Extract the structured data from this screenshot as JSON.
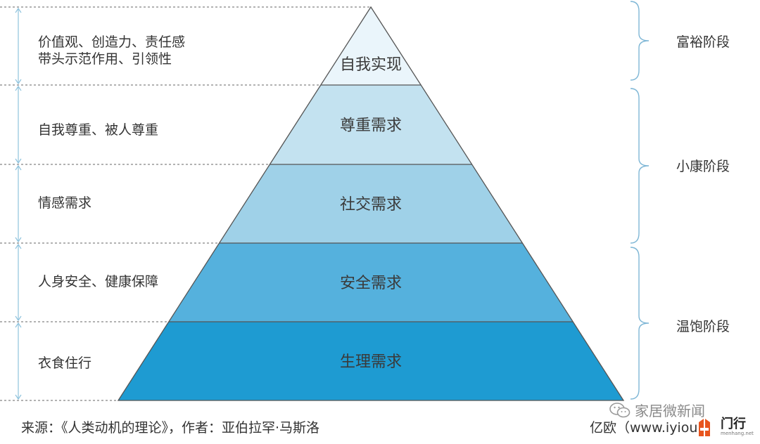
{
  "pyramid": {
    "levels": [
      {
        "label": "自我实现",
        "color": "#eaf5fb"
      },
      {
        "label": "尊重需求",
        "color": "#c3e2f0"
      },
      {
        "label": "社交需求",
        "color": "#9fd1e8"
      },
      {
        "label": "安全需求",
        "color": "#55b1dd"
      },
      {
        "label": "生理需求",
        "color": "#1e9bd2"
      }
    ]
  },
  "left_descriptions": [
    {
      "lines": [
        "价值观、创造力、责任感",
        "带头示范作用、引领性"
      ]
    },
    {
      "lines": [
        "自我尊重、被人尊重"
      ]
    },
    {
      "lines": [
        "情感需求"
      ]
    },
    {
      "lines": [
        "人身安全、健康保障"
      ]
    },
    {
      "lines": [
        "衣食住行"
      ]
    }
  ],
  "stages": [
    {
      "label": "富裕阶段"
    },
    {
      "label": "小康阶段"
    },
    {
      "label": "温饱阶段"
    }
  ],
  "footer": {
    "source": "来源：《人类动机的理论》，作者：亚伯拉罕·马斯洛",
    "credit": "亿欧（www.iyiou"
  },
  "watermark": {
    "wechat_text": "家居微新闻",
    "logo_text": "门行",
    "logo_sub": "menhang.net"
  },
  "colors": {
    "line": "#555555",
    "dashed": "#666666",
    "bracket": "#7fb7d6"
  }
}
